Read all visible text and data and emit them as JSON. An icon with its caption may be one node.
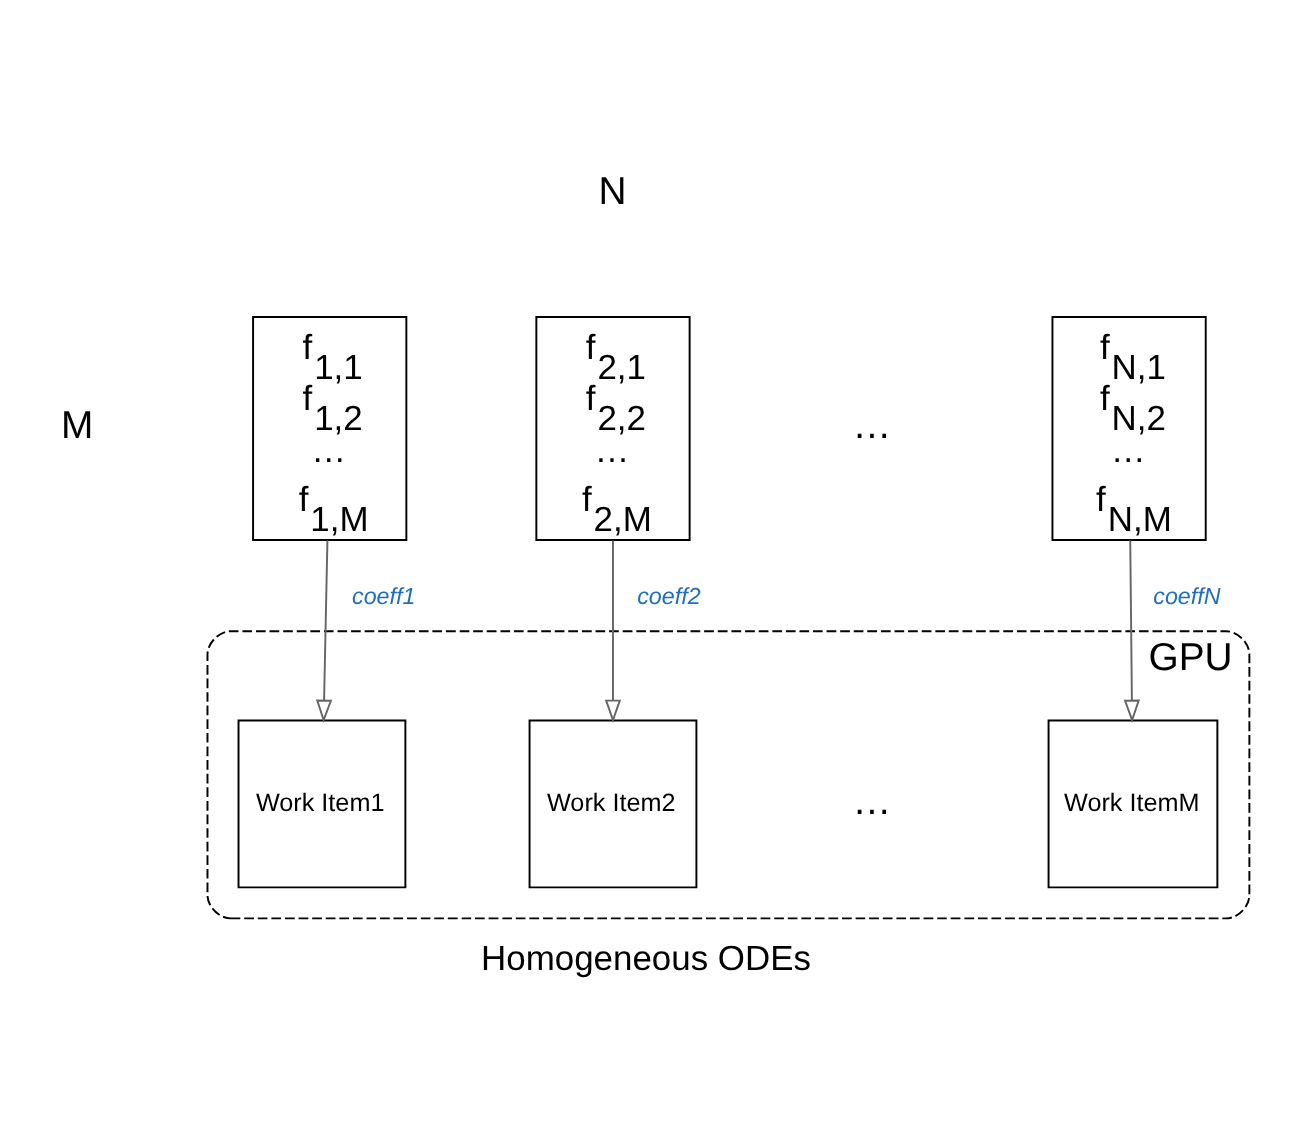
{
  "diagram": {
    "caption": "Homogeneous ODEs",
    "nodes": [
      {
        "text": [
          "f$_{1,1}$",
          "f$_{1,2}$",
          "…",
          "f$_{1,M}$"
        ]
      },
      {
        "text": [
          "f$_{2,1}$",
          "f$_{2,2}$",
          "…",
          "f$_{2,M}$"
        ]
      },
      {
        "text": [
          "f$_{N,1}$",
          "f$_{N,2}$",
          "…",
          "f$_{N,M}$"
        ]
      },
      {
        "text": [
          "GPU"
        ]
      },
      {
        "text": [
          "Work Item1"
        ],
        "in": 3
      },
      {
        "text": [
          "Work Item2"
        ],
        "in": 3
      },
      {
        "text": [
          "Work ItemM"
        ],
        "in": 3
      }
    ],
    "edges": [
      {
        "from": 0,
        "to": 4,
        "arrow": "to",
        "label": "coeff1"
      },
      {
        "from": 1,
        "to": 5,
        "arrow": "to",
        "label": "coeff2"
      },
      {
        "from": 2,
        "to": 6,
        "arrow": "to",
        "label": "coeffN"
      }
    ],
    "labels": [
      "N",
      "M",
      "…",
      "…"
    ]
  }
}
